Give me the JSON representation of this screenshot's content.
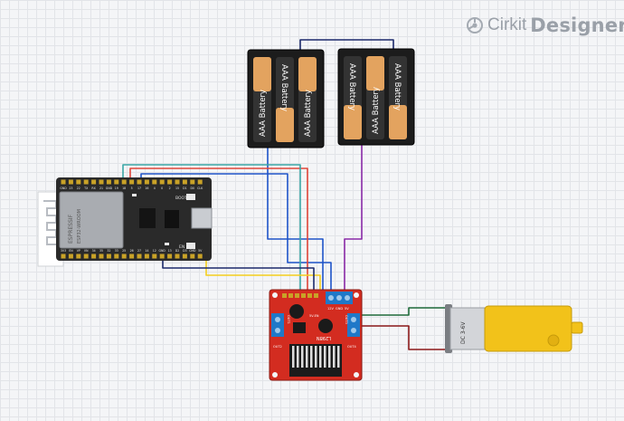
{
  "brand": {
    "name": "Cirkit",
    "product": "Designer"
  },
  "batteries": {
    "label": "AAA Battery",
    "packs": [
      {
        "name": "battery-pack-left",
        "cells": 3
      },
      {
        "name": "battery-pack-right",
        "cells": 3
      }
    ]
  },
  "esp32": {
    "logo_text": "ESPRESSIF",
    "module_text": "ESP32-WROOM",
    "top_pins": [
      "GND",
      "23",
      "22",
      "TX",
      "RX",
      "21",
      "GND",
      "19",
      "18",
      "5",
      "17",
      "16",
      "4",
      "0",
      "2",
      "15",
      "D1",
      "D0",
      "CLK"
    ],
    "bottom_pins": [
      "3V3",
      "EN",
      "VP",
      "VN",
      "34",
      "35",
      "32",
      "33",
      "25",
      "26",
      "27",
      "14",
      "12",
      "GND",
      "13",
      "D2",
      "D3",
      "CMD",
      "5V"
    ],
    "button_labels": [
      "BOOT",
      "EN"
    ]
  },
  "driver": {
    "chip_label": "L298N",
    "out_labels": [
      "OUT1",
      "OUT2",
      "OUT3",
      "OUT4"
    ],
    "power_labels": [
      "12V",
      "GND",
      "5V"
    ],
    "enable_label": "5V-EN"
  },
  "motor": {
    "label": "DC 3-6V"
  },
  "wire_colors": {
    "blue": "#1e54c8",
    "purple": "#8a2ba8",
    "yellow": "#f4cf1e",
    "teal": "#3aa6a6",
    "red": "#e0463a",
    "dark_red": "#8b1a1a",
    "dark_green": "#1f6b3a",
    "navy": "#1c2a6b"
  }
}
